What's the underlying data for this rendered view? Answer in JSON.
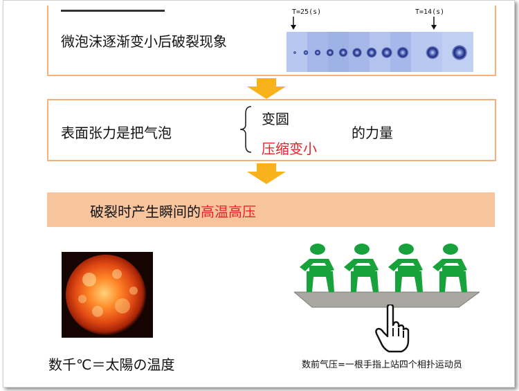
{
  "bubble_panel": {
    "time_start": "T=25(s)",
    "time_end": "T=14(s)"
  },
  "step1": {
    "text": "微泡沫逐渐变小后破裂现象"
  },
  "step2": {
    "prefix": "表面张力是把气泡",
    "option_a": "变圆",
    "option_b": "压缩变小",
    "suffix": "的力量"
  },
  "step3": {
    "text_plain": "破裂时产生瞬间的",
    "text_highlight": "高温高压"
  },
  "captions": {
    "left": "数千℃＝太陽の温度",
    "right": "数前气压=一根手指上站四个相扑运动员"
  },
  "icons": {
    "down_arrow": "down-arrow-icon",
    "bracket": "brace-icon",
    "sun": "sun-image",
    "athletes": "sumo-wrestlers-icon",
    "hand": "pointing-hand-icon"
  },
  "colors": {
    "box_border": "#f7b07a",
    "highlight_fill": "#f7c49c",
    "arrow": "#f8b21c",
    "red_text": "#e8202a",
    "athlete_green": "#18a23c",
    "platform_gray": "#a8a8a0"
  }
}
